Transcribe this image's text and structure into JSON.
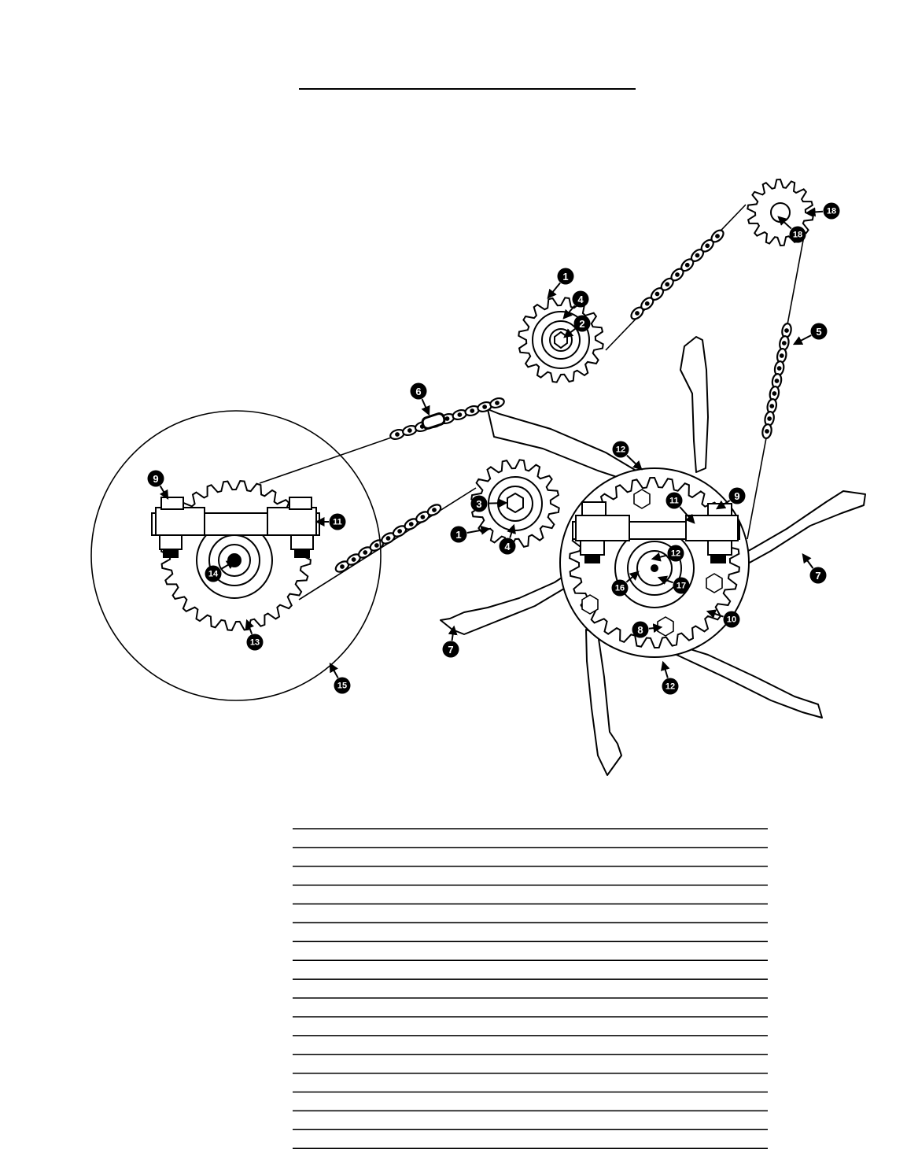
{
  "page": {
    "title": "",
    "background": "#ffffff",
    "line_color": "#000000"
  },
  "diagram": {
    "callouts": [
      {
        "id": "c1a",
        "label": "1"
      },
      {
        "id": "c4a",
        "label": "4"
      },
      {
        "id": "c2",
        "label": "2"
      },
      {
        "id": "c6",
        "label": "6"
      },
      {
        "id": "c5",
        "label": "5"
      },
      {
        "id": "c18a",
        "label": "18"
      },
      {
        "id": "c18b",
        "label": "18"
      },
      {
        "id": "c9a",
        "label": "9"
      },
      {
        "id": "c11a",
        "label": "11"
      },
      {
        "id": "c14",
        "label": "14"
      },
      {
        "id": "c13",
        "label": "13"
      },
      {
        "id": "c15",
        "label": "15"
      },
      {
        "id": "c3",
        "label": "3"
      },
      {
        "id": "c1b",
        "label": "1"
      },
      {
        "id": "c4b",
        "label": "4"
      },
      {
        "id": "c7a",
        "label": "7"
      },
      {
        "id": "c12a",
        "label": "12"
      },
      {
        "id": "c11b",
        "label": "11"
      },
      {
        "id": "c9b",
        "label": "9"
      },
      {
        "id": "c12b",
        "label": "12"
      },
      {
        "id": "c16",
        "label": "16"
      },
      {
        "id": "c17",
        "label": "17"
      },
      {
        "id": "c7b",
        "label": "7"
      },
      {
        "id": "c10",
        "label": "10"
      },
      {
        "id": "c8",
        "label": "8"
      },
      {
        "id": "c12c",
        "label": "12"
      }
    ]
  },
  "parts_table": {
    "rows": 18
  }
}
